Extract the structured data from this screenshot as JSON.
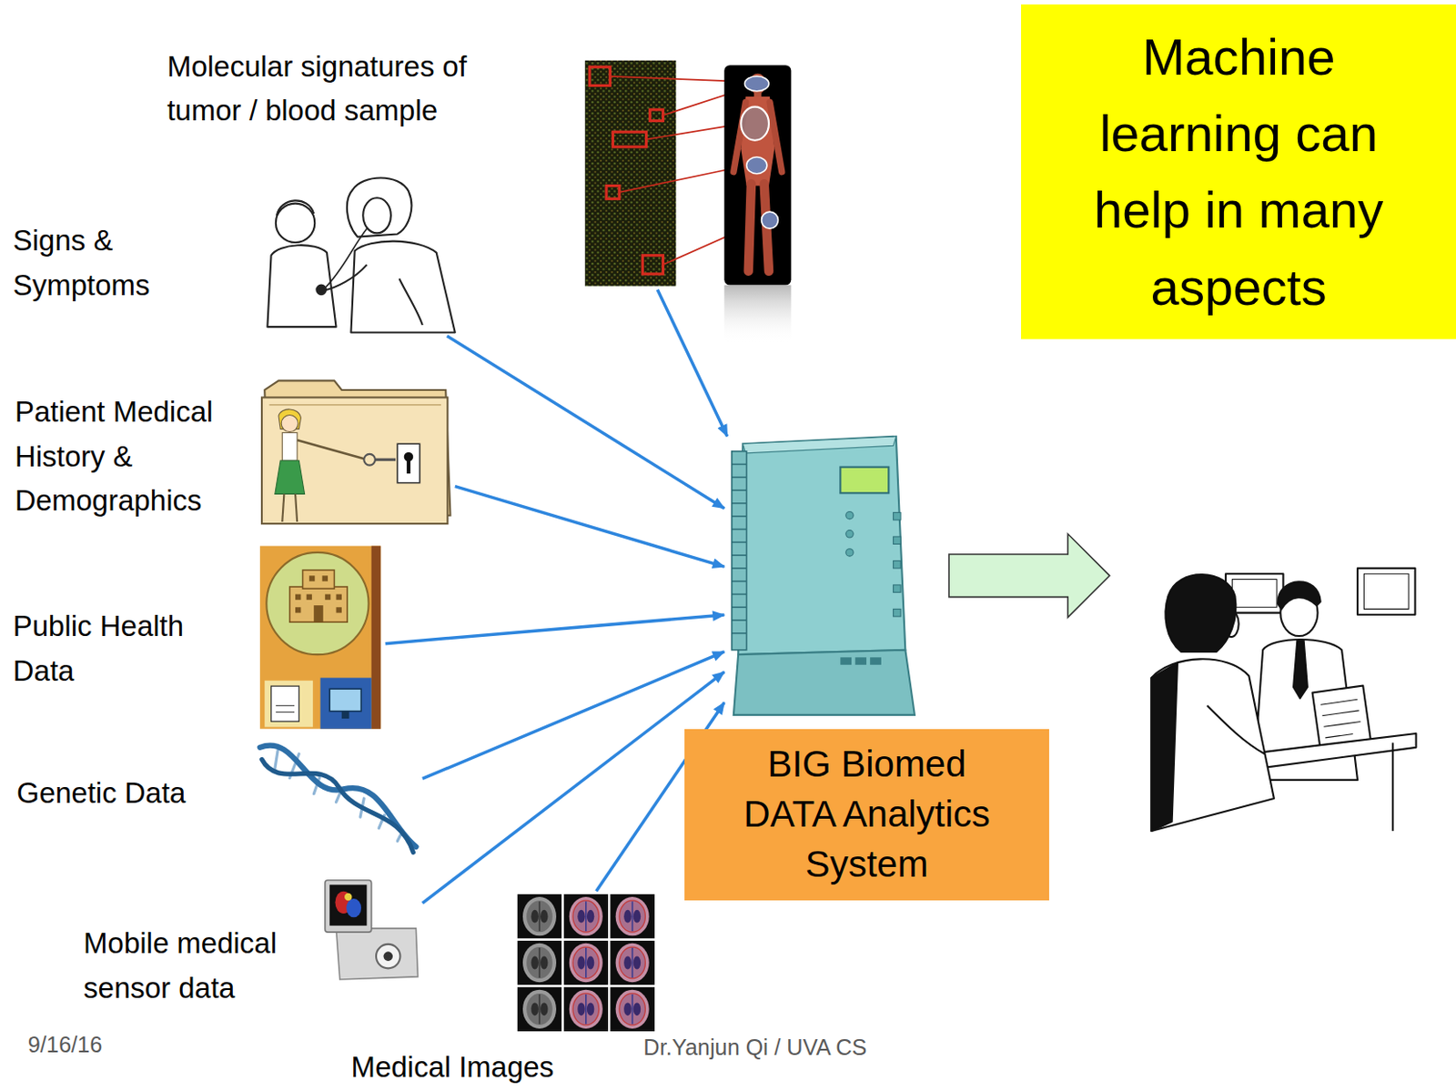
{
  "diagram": {
    "nodes": [
      {
        "text": [
          "Molecular signatures of tumor / blood sample"
        ]
      },
      {
        "text": [
          "Machine learning can help in many aspects"
        ]
      },
      {
        "text": [
          "Signs & Symptoms"
        ]
      },
      {
        "text": [
          "Patient Medical History & Demographics"
        ]
      },
      {
        "text": [
          "Public Health Data"
        ]
      },
      {
        "text": [
          "BIG Biomed DATA Analytics System"
        ]
      },
      {
        "text": [
          "Genetic Data"
        ]
      },
      {
        "text": [
          "Mobile medical sensor data"
        ]
      },
      {
        "text": [
          "Medical Images"
        ]
      }
    ],
    "edges": [
      {
        "from": 0,
        "to": 5,
        "arrow": "to"
      },
      {
        "from": 2,
        "to": 5,
        "arrow": "to"
      },
      {
        "from": 3,
        "to": 5,
        "arrow": "to"
      },
      {
        "from": 4,
        "to": 5,
        "arrow": "to"
      },
      {
        "from": 6,
        "to": 5,
        "arrow": "to"
      },
      {
        "from": 7,
        "to": 5,
        "arrow": "to"
      },
      {
        "from": 8,
        "to": 5,
        "arrow": "to"
      }
    ],
    "labels": [
      "9/16/16",
      "Dr.Yanjun Qi / UVA CS"
    ]
  }
}
